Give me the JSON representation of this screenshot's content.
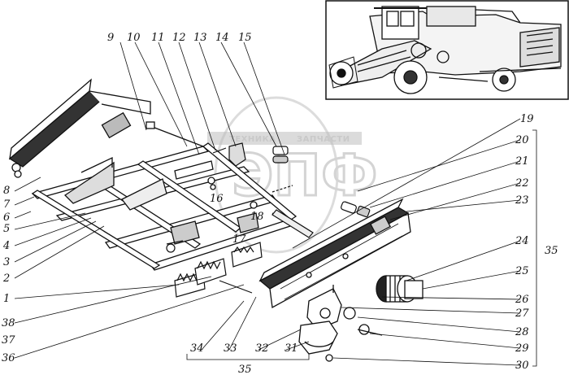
{
  "watermark": {
    "line1": "ТЕХНИКА",
    "line2": "ЗАПЧАСТИ",
    "letters": "ЭПФ"
  },
  "labels": {
    "n1": "1",
    "n2": "2",
    "n3": "3",
    "n4": "4",
    "n5": "5",
    "n6": "6",
    "n7": "7",
    "n8": "8",
    "n9": "9",
    "n10": "10",
    "n11": "11",
    "n12": "12",
    "n13": "13",
    "n14": "14",
    "n15": "15",
    "n16": "16",
    "n17": "17",
    "n18": "18",
    "n19": "19",
    "n20": "20",
    "n21": "21",
    "n22": "22",
    "n23": "23",
    "n24": "24",
    "n25": "25",
    "n26": "26",
    "n27": "27",
    "n28": "28",
    "n29": "29",
    "n30": "30",
    "n31": "31",
    "n32": "32",
    "n33": "33",
    "n34": "34",
    "n35_bottom": "35",
    "n35_right": "35",
    "n36": "36",
    "n37": "37",
    "n38": "38"
  }
}
